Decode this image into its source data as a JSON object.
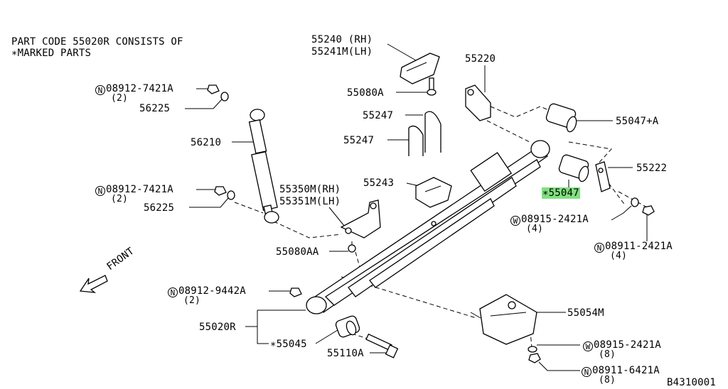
{
  "header": {
    "line1": "PART CODE 55020R CONSISTS OF",
    "line2": "∗MARKED PARTS"
  },
  "diagram_code": "B4310001",
  "front_label": "FRONT",
  "callouts": {
    "c55240": "55240 (RH)",
    "c55241": "55241M(LH)",
    "c55080a": "55080A",
    "c55220": "55220",
    "c55247a": "55247",
    "c55247b": "55247",
    "c55047a": "55047+A",
    "c55222": "55222",
    "c55243": "55243",
    "c55047": "∗55047",
    "c08912a": "08912-7421A",
    "c08912a_qty": "(2)",
    "c56225a": "56225",
    "c56210": "56210",
    "c08912b": "08912-7421A",
    "c08912b_qty": "(2)",
    "c56225b": "56225",
    "c55350": "55350M(RH)",
    "c55351": "55351M(LH)",
    "c08915a": "08915-2421A",
    "c08915a_qty": "(4)",
    "c08911a": "08911-2421A",
    "c08911a_qty": "(4)",
    "c55080aa": "55080AA",
    "c08912c": "08912-9442A",
    "c08912c_qty": "(2)",
    "c55054": "55054M",
    "c55020r": "55020R",
    "c55045": "∗55045",
    "c55110a": "55110A",
    "c08915b": "08915-2421A",
    "c08915b_qty": "(8)",
    "c08911b": "08911-6421A",
    "c08911b_qty": "(8)"
  },
  "prefixes": {
    "n": "N",
    "w": "W"
  },
  "colors": {
    "highlight": "#7fe07f",
    "line": "#000000",
    "background": "#ffffff"
  }
}
